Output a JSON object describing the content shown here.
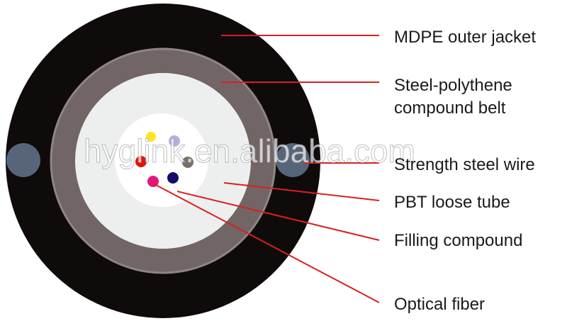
{
  "colors": {
    "jacket": "#0f0b0a",
    "belt": "#716565",
    "belt_edge": "#8f8585",
    "tube": "#ecefed",
    "filling": "#ffffff",
    "strength_wire": "#56657a",
    "leader_line": "#d8201f"
  },
  "fibers": [
    {
      "color": "#ffe41a",
      "name": "yellow-fiber"
    },
    {
      "color": "#b6aede",
      "name": "lavender-fiber"
    },
    {
      "color": "#e0140c",
      "name": "red-fiber"
    },
    {
      "color": "#7a706a",
      "name": "grey-fiber"
    },
    {
      "color": "#160a6a",
      "name": "navy-fiber"
    },
    {
      "color": "#e3157e",
      "name": "magenta-fiber"
    }
  ],
  "labels": {
    "jacket": "MDPE outer jacket",
    "belt_line1": "Steel-polythene",
    "belt_line2": "compound belt",
    "strength": "Strength steel wire",
    "tube": "PBT loose tube",
    "filling": "Filling compound",
    "fiber": "Optical fiber"
  },
  "watermark": "hyglink.en.alibaba.com"
}
